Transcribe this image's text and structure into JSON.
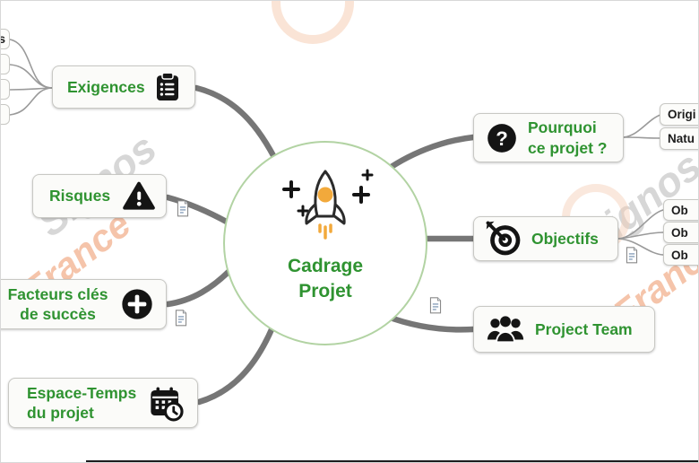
{
  "title": "Cadrage Projet",
  "colors": {
    "green": "#2f9331",
    "node_background": "#fbfbf9",
    "node_border": "#c8c8c4",
    "connector_gray": "#6f6f6f",
    "accent_orange": "#f2a93b",
    "watermark_gray": "#d3d3d3",
    "watermark_orange": "#ef9e72"
  },
  "center": {
    "line1": "Cadrage",
    "line2": "Projet",
    "icon": "rocket-icon"
  },
  "left_branches": {
    "exigences": {
      "label": "Exigences",
      "icon": "checklist-clipboard-icon",
      "children": [
        "s",
        "",
        "",
        ""
      ]
    },
    "risques": {
      "label": "Risques",
      "icon": "warning-triangle-icon",
      "has_note": true
    },
    "facteurs": {
      "line1": "Facteurs clés",
      "line2": "de succès",
      "icon": "plus-circle-icon",
      "has_note": true
    },
    "espace_temps": {
      "line1": "Espace-Temps",
      "line2": "du projet",
      "icon": "calendar-clock-icon"
    }
  },
  "right_branches": {
    "pourquoi": {
      "line1": "Pourquoi",
      "line2": "ce projet ?",
      "icon": "question-circle-icon",
      "children": [
        "Origi",
        "Natu"
      ]
    },
    "objectifs": {
      "label": "Objectifs",
      "icon": "target-dart-icon",
      "children": [
        "Ob",
        "Ob",
        "Ob"
      ],
      "has_note": true
    },
    "project_team": {
      "label": "Project Team",
      "icon": "team-people-icon",
      "has_note": true
    }
  },
  "watermarks": {
    "signos": "Signos",
    "france": "France"
  }
}
